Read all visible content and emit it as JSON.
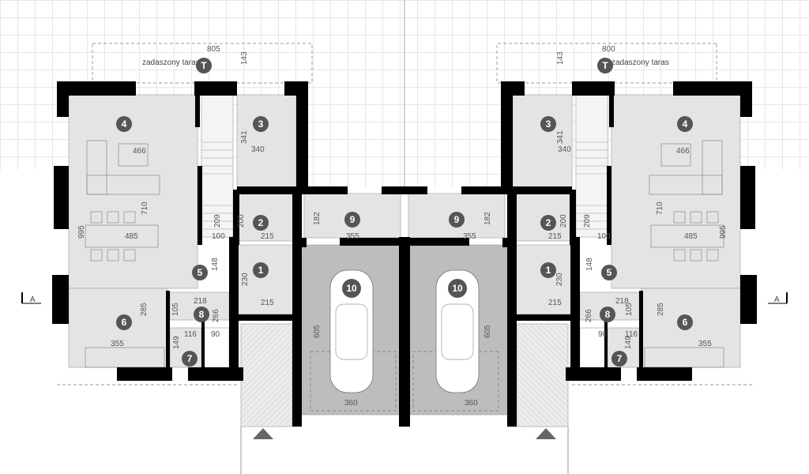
{
  "plan": {
    "section_marker": "A",
    "terrace_label": "zadaszony taras",
    "colors": {
      "wall": "#000000",
      "room": "#e4e4e4",
      "garage": "#bdbdbd",
      "badge": "#555555",
      "grid": "#cfcfcf"
    },
    "left": {
      "terrace_badge": "T",
      "terrace_width": "805",
      "terrace_depth": "143",
      "rooms": {
        "r1": "1",
        "r2": "2",
        "r3": "3",
        "r4": "4",
        "r5": "5",
        "r6": "6",
        "r7": "7",
        "r8": "8",
        "r9": "9",
        "r10": "10"
      },
      "dims": {
        "d466": "466",
        "d710": "710",
        "d995": "995",
        "d485": "485",
        "d341": "341",
        "d340": "340",
        "d200": "200",
        "d215a": "215",
        "d209": "209",
        "d100": "100",
        "d182": "182",
        "d355a": "355",
        "d230": "230",
        "d215b": "215",
        "d148": "148",
        "d605": "605",
        "d360": "360",
        "d285": "285",
        "d355b": "355",
        "d218": "218",
        "d266": "266",
        "d105": "105",
        "d116": "116",
        "d149": "149",
        "d90": "90"
      }
    },
    "right": {
      "terrace_badge": "T",
      "terrace_width": "800",
      "terrace_depth": "143",
      "rooms": {
        "r1": "1",
        "r2": "2",
        "r3": "3",
        "r4": "4",
        "r5": "5",
        "r6": "6",
        "r7": "7",
        "r8": "8",
        "r9": "9",
        "r10": "10"
      },
      "dims": {
        "d466": "466",
        "d710": "710",
        "d995": "995",
        "d485": "485",
        "d341": "341",
        "d340": "340",
        "d200": "200",
        "d215a": "215",
        "d209": "209",
        "d100": "100",
        "d182": "182",
        "d355a": "355",
        "d230": "230",
        "d215b": "215",
        "d148": "148",
        "d605": "605",
        "d360": "360",
        "d285": "285",
        "d355b": "355",
        "d218": "218",
        "d266": "266",
        "d105": "105",
        "d116": "116",
        "d149": "149",
        "d90": "90"
      }
    }
  }
}
